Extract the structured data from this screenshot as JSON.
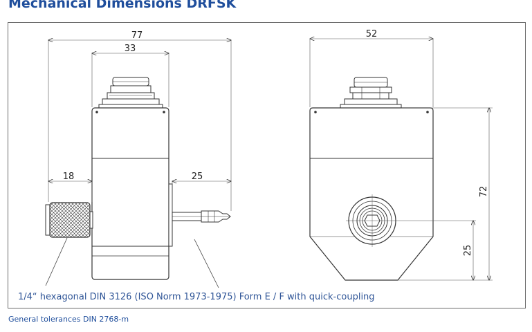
{
  "title": "Mechanical Dimensions DRFSK",
  "dimensions": {
    "overall_length": "77",
    "body_width": "33",
    "knob_length": "18",
    "shaft_length": "25",
    "front_width": "52",
    "front_height": "72",
    "axis_height": "25"
  },
  "caption": "1/4“ hexagonal DIN 3126 (ISO Norm 1973-1975) Form E / F with quick-coupling",
  "footer": "General tolerances DIN 2768-m"
}
